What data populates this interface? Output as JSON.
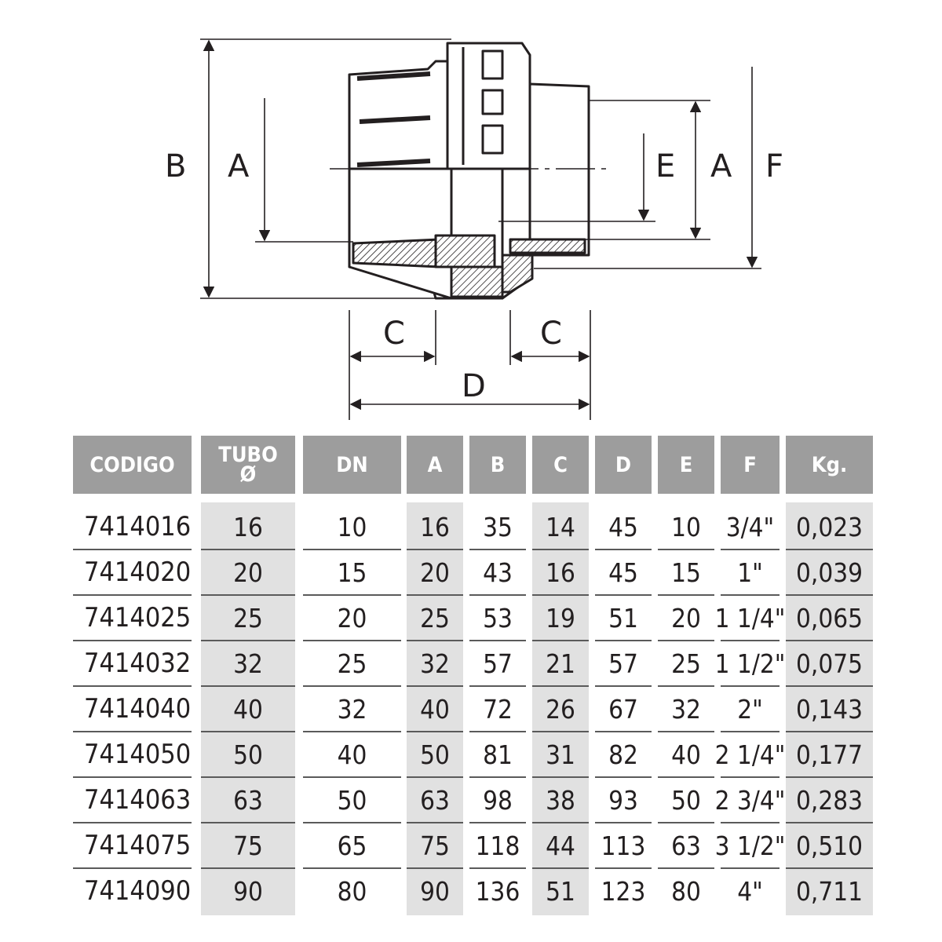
{
  "drawing": {
    "labels": {
      "B": "B",
      "A_left": "A",
      "E": "E",
      "A_right": "A",
      "F": "F",
      "C_left": "C",
      "C_right": "C",
      "D": "D"
    }
  },
  "table": {
    "headers": [
      {
        "key": "codigo",
        "label": "CODIGO"
      },
      {
        "key": "tubo",
        "label": "TUBO\nØ"
      },
      {
        "key": "dn",
        "label": "DN"
      },
      {
        "key": "a",
        "label": "A"
      },
      {
        "key": "b",
        "label": "B"
      },
      {
        "key": "c",
        "label": "C"
      },
      {
        "key": "d",
        "label": "D"
      },
      {
        "key": "e",
        "label": "E"
      },
      {
        "key": "f",
        "label": "F"
      },
      {
        "key": "kg",
        "label": "Kg."
      }
    ],
    "rows": [
      [
        "7414016",
        "16",
        "10",
        "16",
        "35",
        "14",
        "45",
        "10",
        "3/4\"",
        "0,023"
      ],
      [
        "7414020",
        "20",
        "15",
        "20",
        "43",
        "16",
        "45",
        "15",
        "1\"",
        "0,039"
      ],
      [
        "7414025",
        "25",
        "20",
        "25",
        "53",
        "19",
        "51",
        "20",
        "1 1/4\"",
        "0,065"
      ],
      [
        "7414032",
        "32",
        "25",
        "32",
        "57",
        "21",
        "57",
        "25",
        "1 1/2\"",
        "0,075"
      ],
      [
        "7414040",
        "40",
        "32",
        "40",
        "72",
        "26",
        "67",
        "32",
        "2\"",
        "0,143"
      ],
      [
        "7414050",
        "50",
        "40",
        "50",
        "81",
        "31",
        "82",
        "40",
        "2 1/4\"",
        "0,177"
      ],
      [
        "7414063",
        "63",
        "50",
        "63",
        "98",
        "38",
        "93",
        "50",
        "2 3/4\"",
        "0,283"
      ],
      [
        "7414075",
        "75",
        "65",
        "75",
        "118",
        "44",
        "113",
        "63",
        "3 1/2\"",
        "0,510"
      ],
      [
        "7414090",
        "90",
        "80",
        "90",
        "136",
        "51",
        "123",
        "80",
        "4\"",
        "0,711"
      ]
    ]
  },
  "colors": {
    "header_bg": "#9d9d9d",
    "shade_bg": "#e1e1e1",
    "ink": "#231f20"
  }
}
